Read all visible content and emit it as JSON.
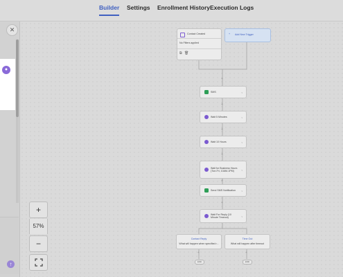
{
  "tabs": [
    {
      "label": "Builder",
      "active": true
    },
    {
      "label": "Settings",
      "active": false
    },
    {
      "label": "Enrollment History",
      "active": false
    },
    {
      "label": "Execution Logs",
      "active": false
    }
  ],
  "zoom": {
    "in": "+",
    "level": "57%",
    "out": "−",
    "fit": "fit-view-icon"
  },
  "trigger": {
    "title": "Contact Created",
    "subtitle": "No Filters applied"
  },
  "add_trigger": "Add New Trigger",
  "nodes": [
    {
      "label": "SMS",
      "icon": "sms"
    },
    {
      "label": "Wait 5 Minutes",
      "icon": "wait"
    },
    {
      "label": "Wait 10 Hours",
      "icon": "wait"
    },
    {
      "label": "Wait for Business Hours (Tue-Fri, 10AM-1PM)",
      "icon": "wait"
    },
    {
      "label": "Send SMS Notification",
      "icon": "sms"
    },
    {
      "label": "Wait For Reply (10 Minute Timeout)",
      "icon": "wait"
    }
  ],
  "branches": [
    {
      "title": "Contact Reply",
      "subtitle": "What will happen when specified r..."
    },
    {
      "title": "Time Out",
      "subtitle": "What will happen after timeout"
    }
  ],
  "end_pills": [
    "END",
    "END"
  ],
  "colors": {
    "accent": "#3f5fc0",
    "wait": "#7b5ad0",
    "sms": "#2e9e57"
  }
}
